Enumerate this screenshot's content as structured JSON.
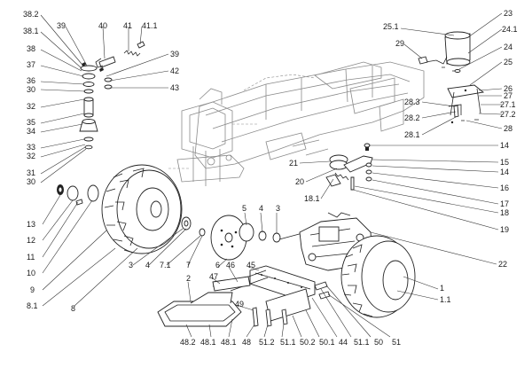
{
  "callouts": [
    {
      "id": "38-2",
      "text": "38.2"
    },
    {
      "id": "39-top",
      "text": "39"
    },
    {
      "id": "40",
      "text": "40"
    },
    {
      "id": "41",
      "text": "41"
    },
    {
      "id": "41-1",
      "text": "41.1"
    },
    {
      "id": "38-1",
      "text": "38.1"
    },
    {
      "id": "38",
      "text": "38"
    },
    {
      "id": "37",
      "text": "37"
    },
    {
      "id": "36",
      "text": "36"
    },
    {
      "id": "30-a",
      "text": "30"
    },
    {
      "id": "32-a",
      "text": "32"
    },
    {
      "id": "35",
      "text": "35"
    },
    {
      "id": "34",
      "text": "34"
    },
    {
      "id": "33",
      "text": "33"
    },
    {
      "id": "32-b",
      "text": "32"
    },
    {
      "id": "31",
      "text": "31"
    },
    {
      "id": "30-b",
      "text": "30"
    },
    {
      "id": "39-right",
      "text": "39"
    },
    {
      "id": "42",
      "text": "42"
    },
    {
      "id": "43",
      "text": "43"
    },
    {
      "id": "13",
      "text": "13"
    },
    {
      "id": "12",
      "text": "12"
    },
    {
      "id": "11",
      "text": "11"
    },
    {
      "id": "10",
      "text": "10"
    },
    {
      "id": "9",
      "text": "9"
    },
    {
      "id": "8-1",
      "text": "8.1"
    },
    {
      "id": "8",
      "text": "8"
    },
    {
      "id": "3-a",
      "text": "3"
    },
    {
      "id": "4-a",
      "text": "4"
    },
    {
      "id": "7-1",
      "text": "7.1"
    },
    {
      "id": "7",
      "text": "7"
    },
    {
      "id": "5",
      "text": "5"
    },
    {
      "id": "4-b",
      "text": "4"
    },
    {
      "id": "3-b",
      "text": "3"
    },
    {
      "id": "6",
      "text": "6"
    },
    {
      "id": "46",
      "text": "46"
    },
    {
      "id": "45",
      "text": "45"
    },
    {
      "id": "2",
      "text": "2"
    },
    {
      "id": "47",
      "text": "47"
    },
    {
      "id": "49",
      "text": "49"
    },
    {
      "id": "48-2",
      "text": "48.2"
    },
    {
      "id": "48-1-a",
      "text": "48.1"
    },
    {
      "id": "48-1-b",
      "text": "48.1"
    },
    {
      "id": "48",
      "text": "48"
    },
    {
      "id": "51-2",
      "text": "51.2"
    },
    {
      "id": "51-1-a",
      "text": "51.1"
    },
    {
      "id": "50-2",
      "text": "50.2"
    },
    {
      "id": "50-1",
      "text": "50.1"
    },
    {
      "id": "44",
      "text": "44"
    },
    {
      "id": "51-1-b",
      "text": "51.1"
    },
    {
      "id": "50",
      "text": "50"
    },
    {
      "id": "51",
      "text": "51"
    },
    {
      "id": "1",
      "text": "1"
    },
    {
      "id": "1-1",
      "text": "1.1"
    },
    {
      "id": "22",
      "text": "22"
    },
    {
      "id": "21",
      "text": "21"
    },
    {
      "id": "20",
      "text": "20"
    },
    {
      "id": "18-1",
      "text": "18.1"
    },
    {
      "id": "14-a",
      "text": "14"
    },
    {
      "id": "15",
      "text": "15"
    },
    {
      "id": "14-b",
      "text": "14"
    },
    {
      "id": "16",
      "text": "16"
    },
    {
      "id": "17",
      "text": "17"
    },
    {
      "id": "18",
      "text": "18"
    },
    {
      "id": "19",
      "text": "19"
    },
    {
      "id": "23",
      "text": "23"
    },
    {
      "id": "25-1",
      "text": "25.1"
    },
    {
      "id": "24-1",
      "text": "24.1"
    },
    {
      "id": "29",
      "text": "29"
    },
    {
      "id": "24",
      "text": "24"
    },
    {
      "id": "25",
      "text": "25"
    },
    {
      "id": "26",
      "text": "26"
    },
    {
      "id": "27",
      "text": "27"
    },
    {
      "id": "27-1",
      "text": "27.1"
    },
    {
      "id": "28-3",
      "text": "28.3"
    },
    {
      "id": "28-2",
      "text": "28.2"
    },
    {
      "id": "28-1",
      "text": "28.1"
    },
    {
      "id": "27-2",
      "text": "27.2"
    },
    {
      "id": "28",
      "text": "28"
    }
  ]
}
